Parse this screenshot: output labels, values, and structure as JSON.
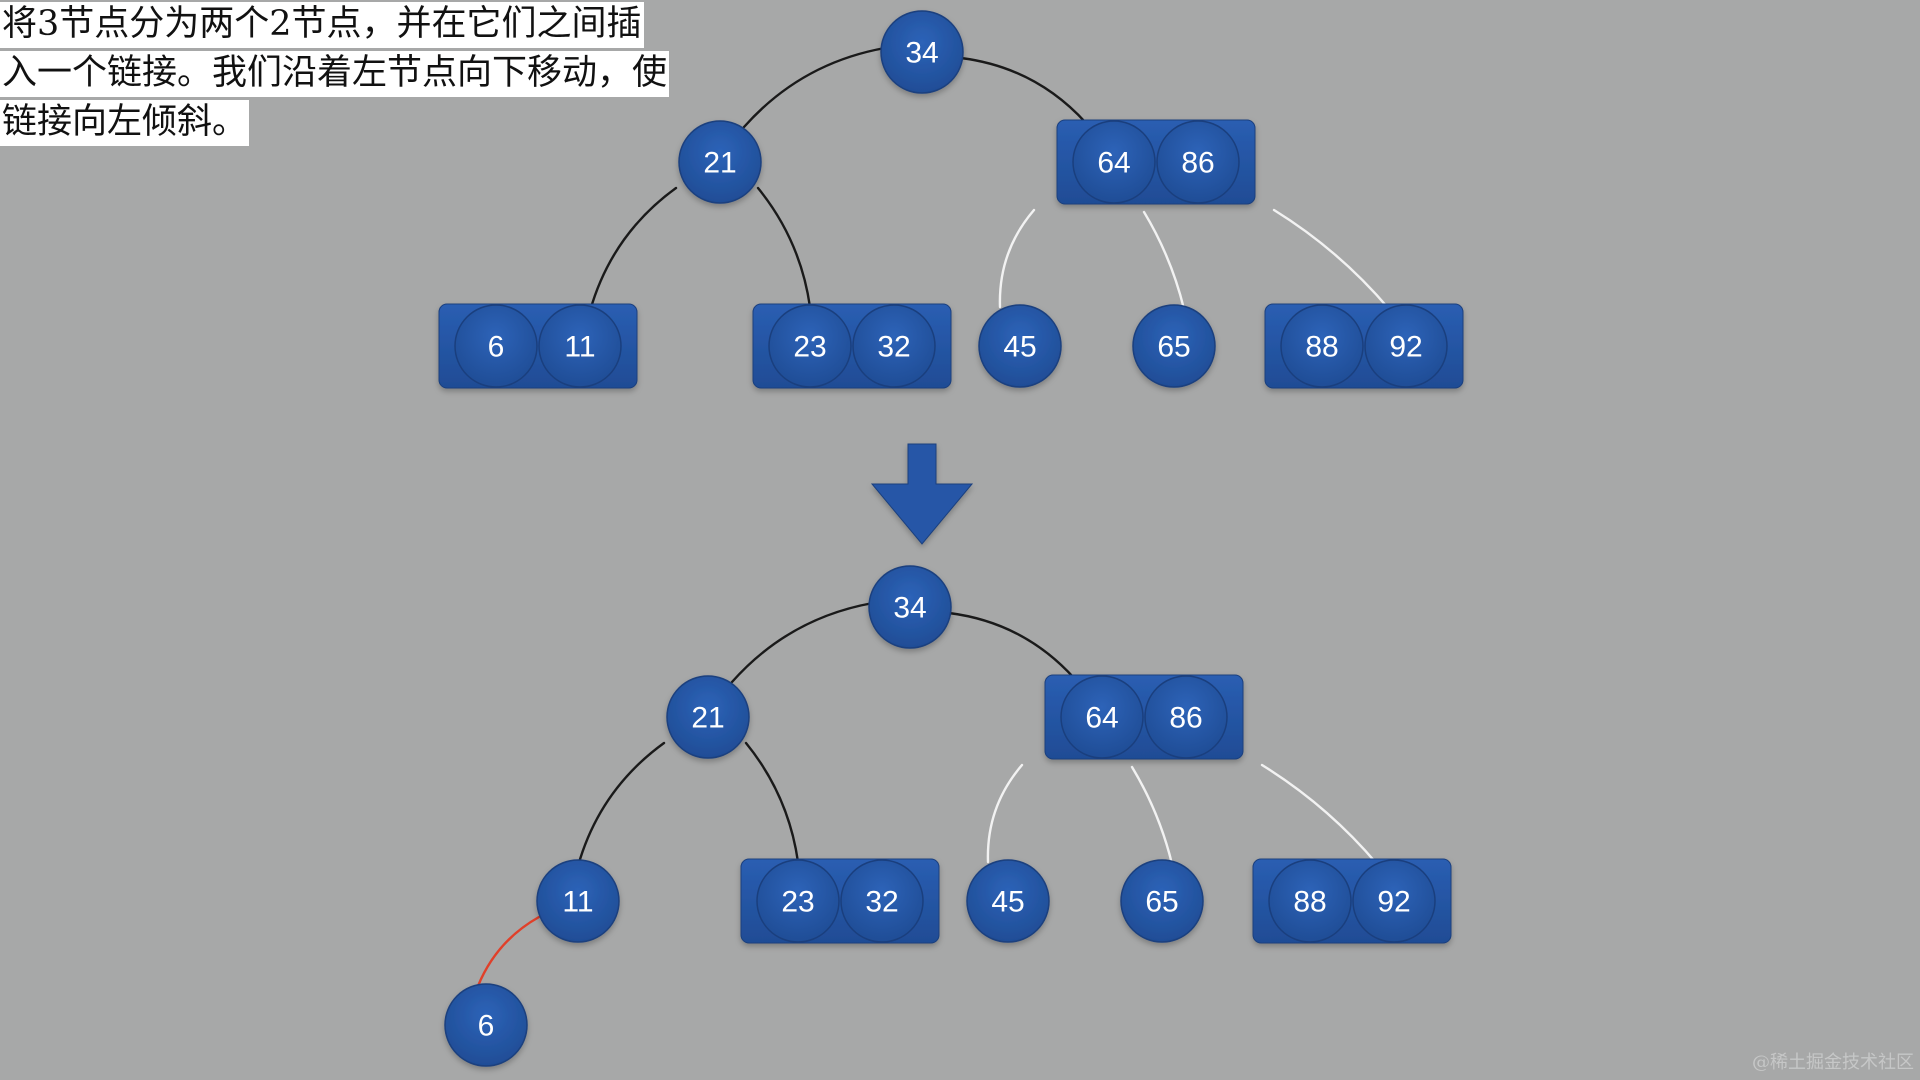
{
  "caption": "将3节点分为两个2节点，并在它们之间插入一个链接。我们沿着左节点向下移动，使链接向左倾斜。",
  "watermark": "@稀土掘金技术社区",
  "colors": {
    "background": "#a7a8a8",
    "node_fill": "#2557a7",
    "node_border": "#1a3f7e",
    "black_link": "#1a1a1a",
    "white_link": "#f2f2f2",
    "red_link": "#e0402a",
    "arrow": "#2557a7"
  },
  "before_tree": {
    "root": [
      "34"
    ],
    "level1": [
      [
        "21"
      ],
      [
        "64",
        "86"
      ]
    ],
    "level2": [
      [
        "6",
        "11"
      ],
      [
        "23",
        "32"
      ],
      [
        "45"
      ],
      [
        "65"
      ],
      [
        "88",
        "92"
      ]
    ]
  },
  "arrow_icon": "down-arrow-icon",
  "after_tree": {
    "root": [
      "34"
    ],
    "level1": [
      [
        "21"
      ],
      [
        "64",
        "86"
      ]
    ],
    "level2": [
      [
        "11"
      ],
      [
        "23",
        "32"
      ],
      [
        "45"
      ],
      [
        "65"
      ],
      [
        "88",
        "92"
      ]
    ],
    "level3": [
      [
        "6"
      ]
    ],
    "red_link": [
      "11",
      "6"
    ]
  }
}
